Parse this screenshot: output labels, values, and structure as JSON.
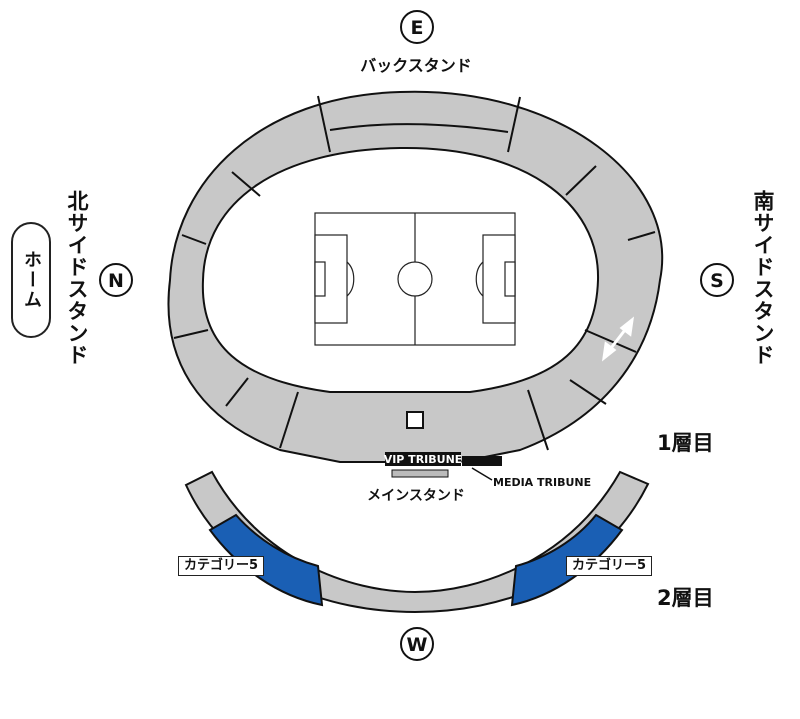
{
  "compass": {
    "east": "E",
    "north": "N",
    "south": "S",
    "west": "W"
  },
  "stands": {
    "back": "バックスタンド",
    "north": "北サイドスタンド",
    "south": "南サイドスタンド",
    "main": "メインスタンド"
  },
  "home_badge": "ホーム",
  "tribunes": {
    "vip": "VIP TRIBUNE",
    "media": "MEDIA TRIBUNE"
  },
  "tiers": {
    "first": "1層目",
    "second": "2層目"
  },
  "categories": {
    "left": "カテゴリー5",
    "right": "カテゴリー5"
  },
  "colors": {
    "seat_gray": "#c8c8c8",
    "category5_blue": "#1a5fb4",
    "outline": "#111111"
  }
}
